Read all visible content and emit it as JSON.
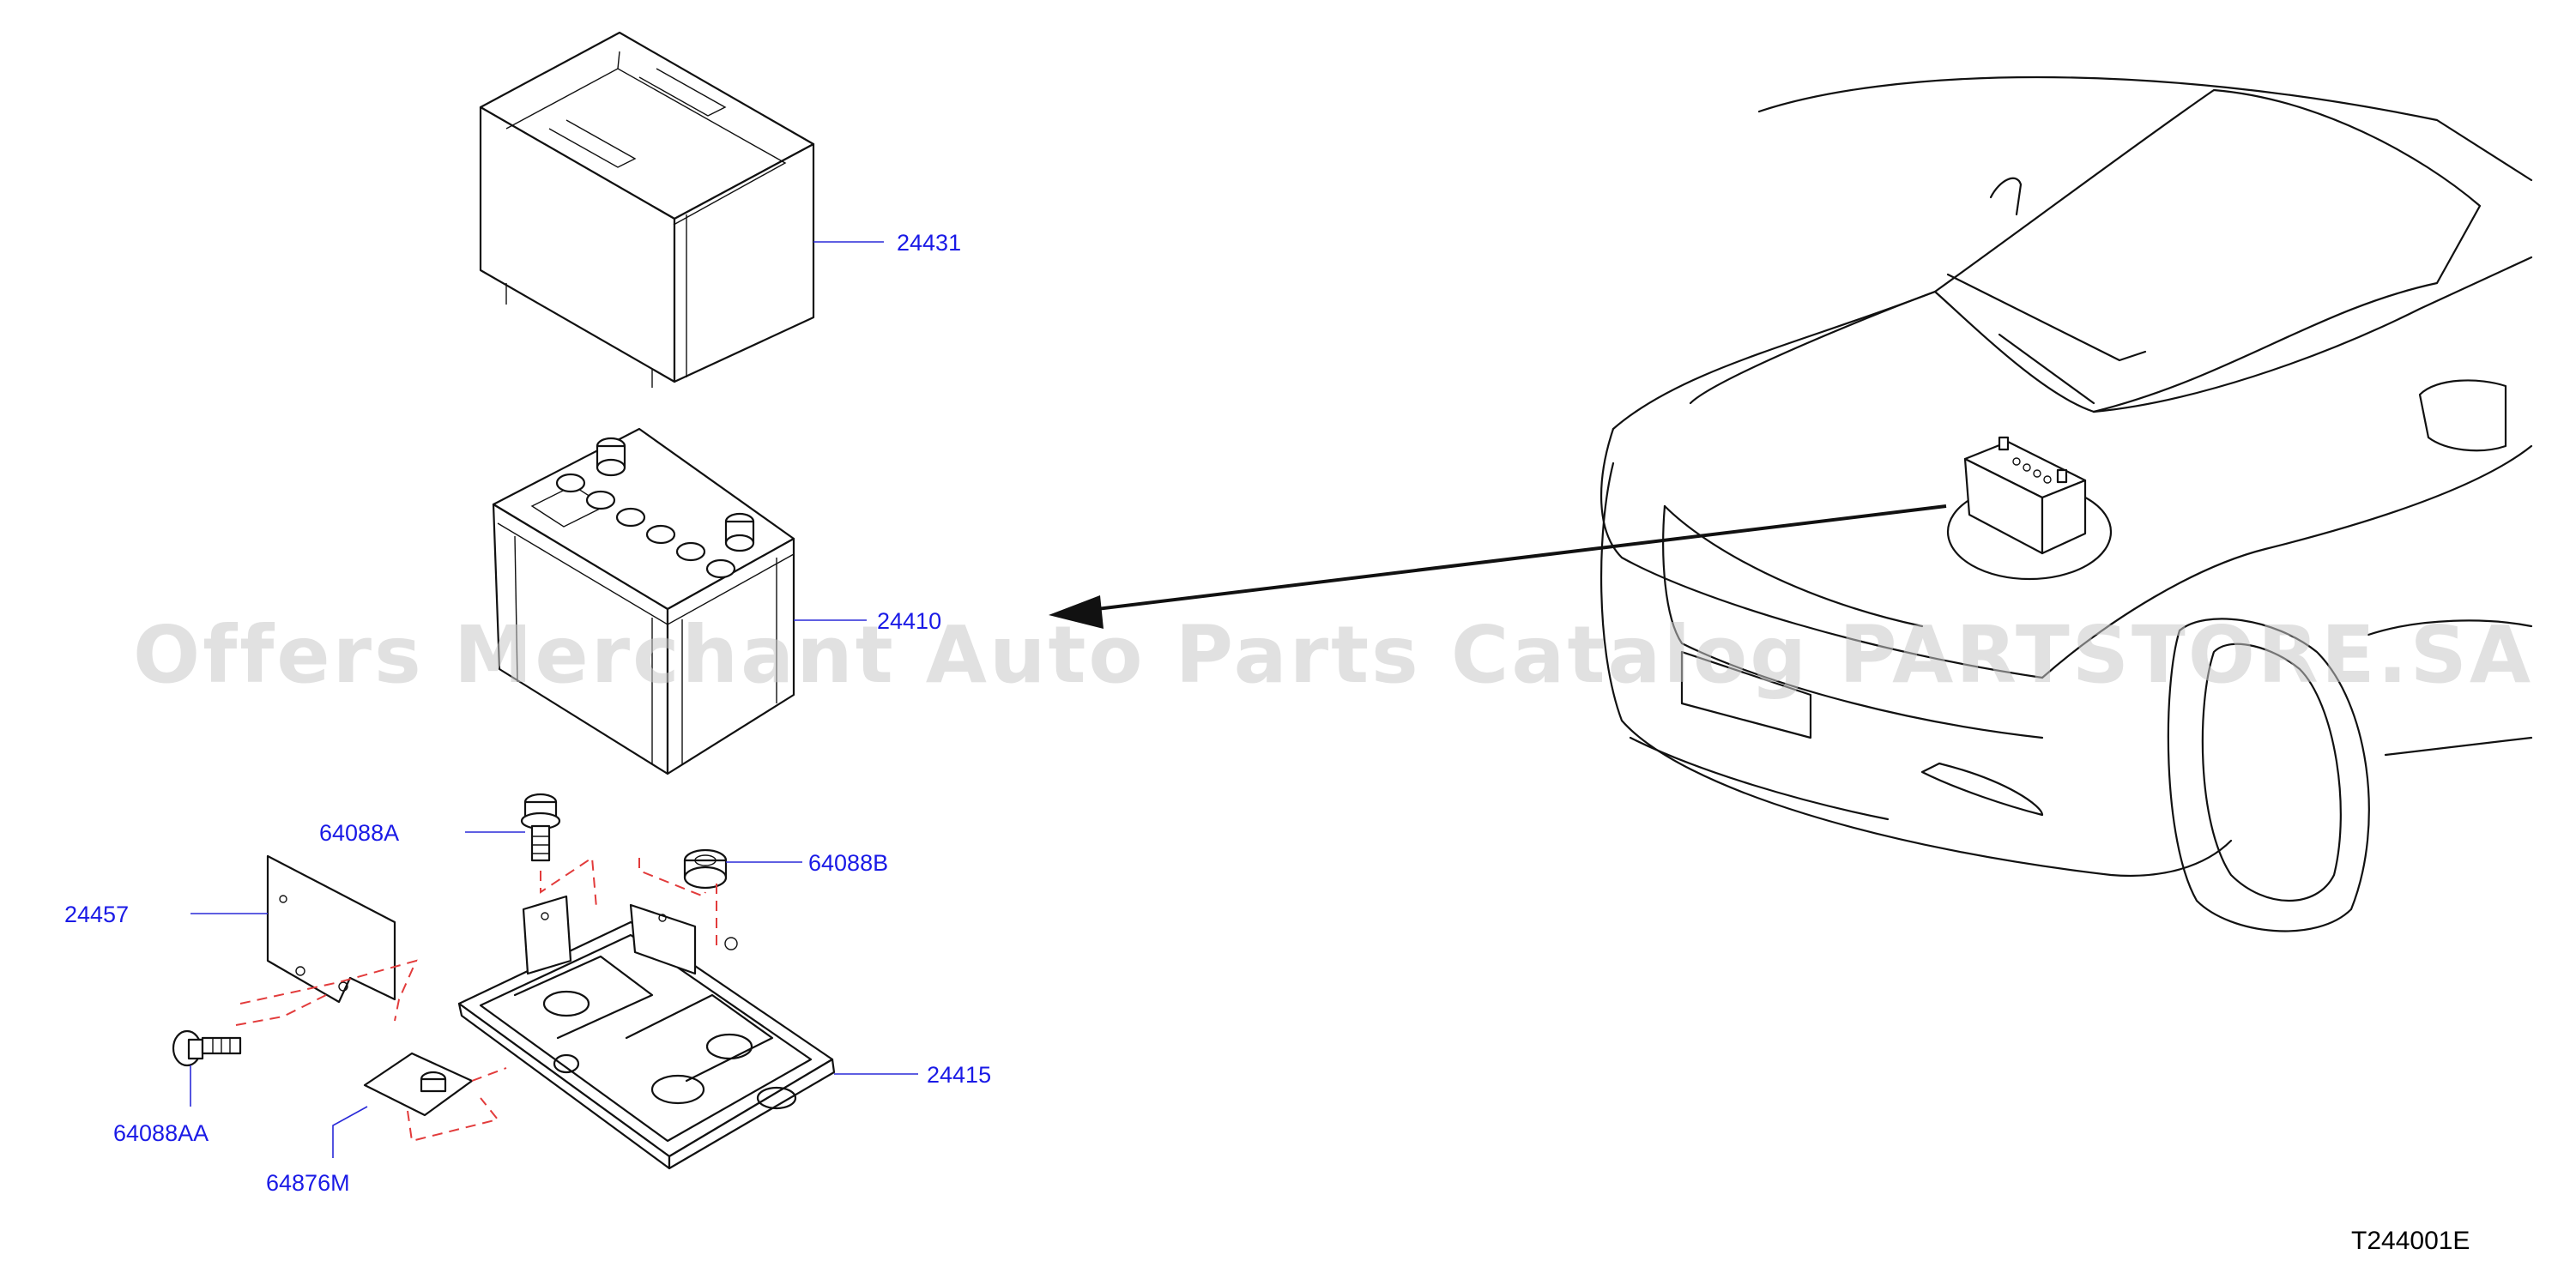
{
  "diagram": {
    "reference_code": "T244001E",
    "watermark": "Offers Merchant Auto Parts Catalog PARTSTORE.SA",
    "parts": [
      {
        "id": "24431",
        "label": "24431"
      },
      {
        "id": "24410",
        "label": "24410"
      },
      {
        "id": "64088A",
        "label": "64088A"
      },
      {
        "id": "64088B",
        "label": "64088B"
      },
      {
        "id": "24457",
        "label": "24457"
      },
      {
        "id": "24415",
        "label": "24415"
      },
      {
        "id": "64088AA",
        "label": "64088AA"
      },
      {
        "id": "64876M",
        "label": "64876M"
      }
    ],
    "colors": {
      "label": "#1a1ae6",
      "line_art": "#111111",
      "hidden_line": "#e23b3b",
      "watermark": "#c9c9c9"
    }
  }
}
